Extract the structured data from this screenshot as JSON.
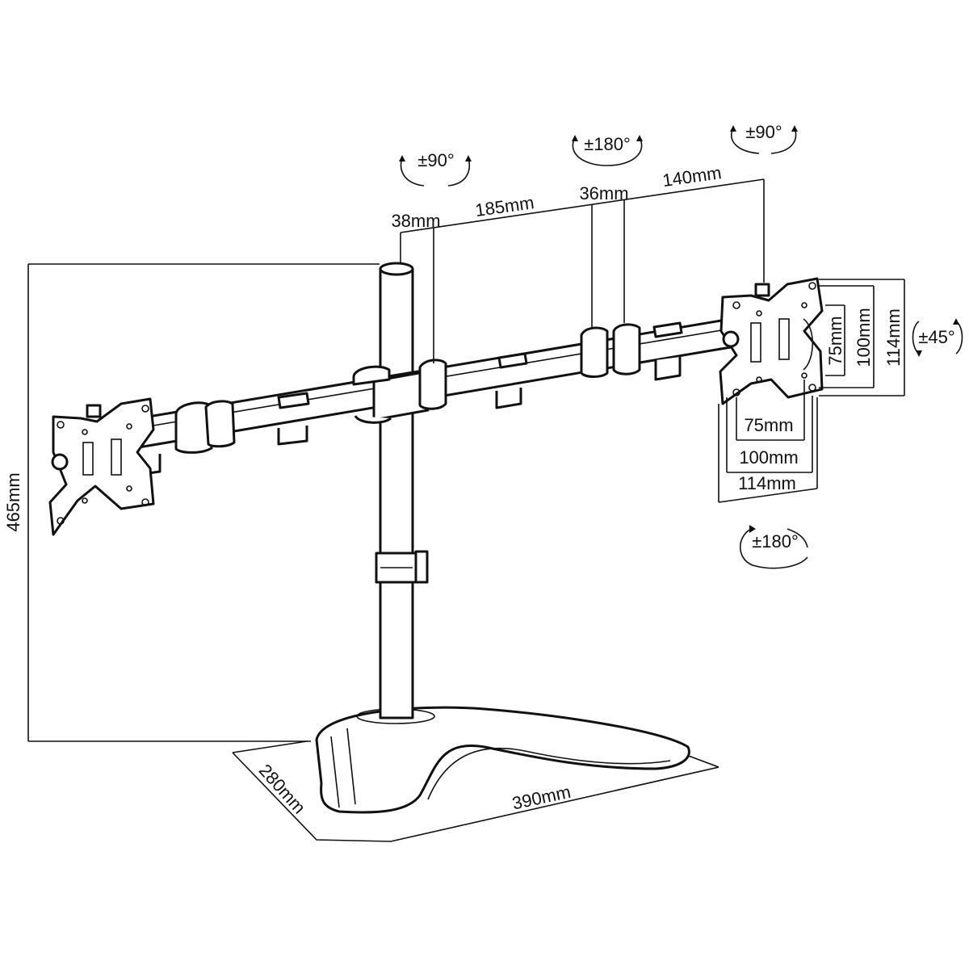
{
  "colors": {
    "line": "#111111",
    "background": "#ffffff"
  },
  "rotation": {
    "tilt_left": "±90°",
    "swivel_mid": "±180°",
    "tilt_right": "±90°",
    "rotate_plate": "±45°",
    "swivel_bottom": "±180°"
  },
  "arm_dims": {
    "d38": "38mm",
    "d185": "185mm",
    "d36": "36mm",
    "d140": "140mm"
  },
  "vesa": {
    "v75": "75mm",
    "v100": "100mm",
    "v114": "114mm",
    "h75": "75mm",
    "h100": "100mm",
    "h114": "114mm"
  },
  "base_dims": {
    "height": "465mm",
    "depth": "280mm",
    "width": "390mm"
  }
}
